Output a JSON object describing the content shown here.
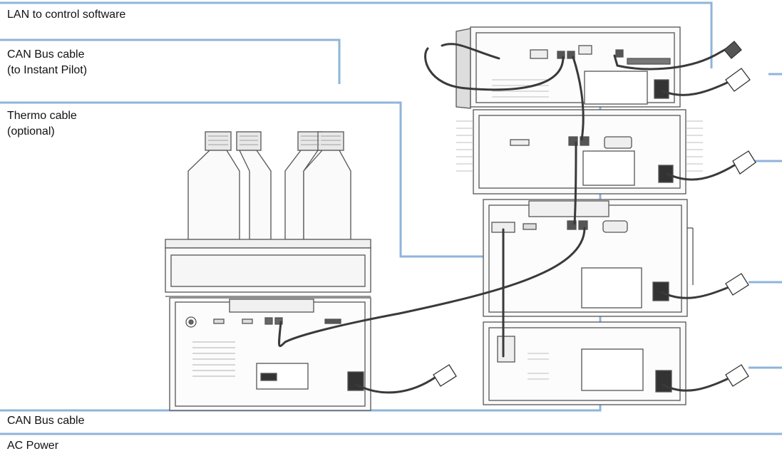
{
  "labels": {
    "lan": "LAN to control software",
    "can_top_1": "CAN Bus cable",
    "can_top_2": "(to Instant Pilot)",
    "thermo_1": "Thermo cable",
    "thermo_2": "(optional)",
    "can_bottom": "CAN Bus cable",
    "ac_power": "AC Power"
  },
  "colors": {
    "callout_line": "#8fb4da",
    "module_outline": "#555555",
    "cable": "#3a3a3a"
  }
}
